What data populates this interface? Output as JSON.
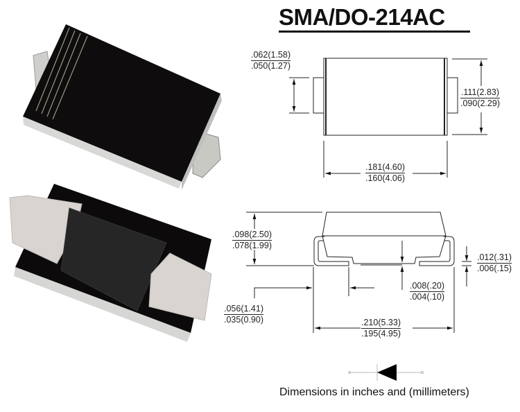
{
  "title": "SMA/DO-214AC",
  "photos": [
    {
      "name": "top-view-photo",
      "description": "SMA diode package, top side with cathode band"
    },
    {
      "name": "bottom-view-photo",
      "description": "SMA diode package, bottom side with leads"
    }
  ],
  "top_view": {
    "lead_width": {
      "max": ".062(1.58)",
      "min": ".050(1.27)"
    },
    "body_width": {
      "max": ".111(2.83)",
      "min": ".090(2.29)"
    },
    "body_length": {
      "max": ".181(4.60)",
      "min": ".160(4.06)"
    }
  },
  "side_view": {
    "height": {
      "max": ".098(2.50)",
      "min": ".078(1.99)"
    },
    "lead_thickness": {
      "max": ".012(.31)",
      "min": ".006(.15)"
    },
    "standoff": {
      "max": ".008(.20)",
      "min": ".004(.10)"
    },
    "lead_length": {
      "max": ".056(1.41)",
      "min": ".035(0.90)"
    },
    "overall_length": {
      "max": ".210(5.33)",
      "min": ".195(4.95)"
    }
  },
  "symbol": "diode-symbol",
  "caption": "Dimensions in inches and (millimeters)"
}
